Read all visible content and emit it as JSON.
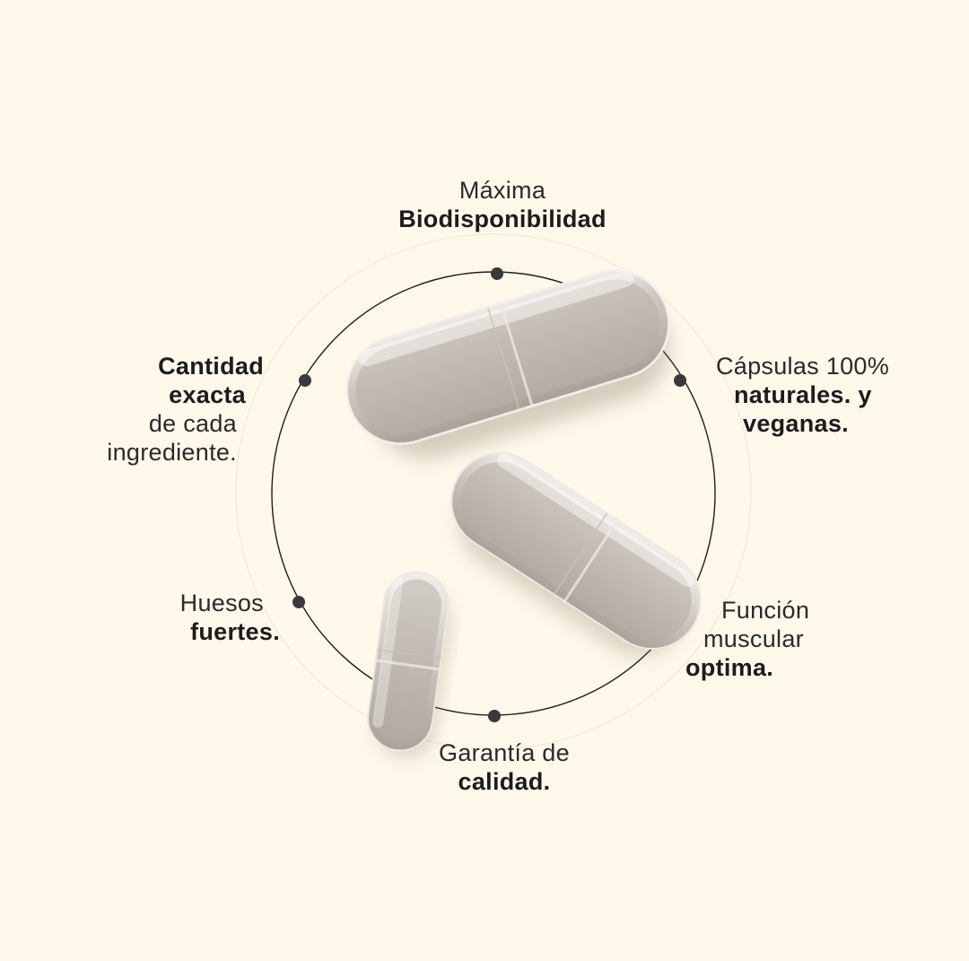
{
  "colors": {
    "background": "#fdf8ea",
    "ring": "#1e1e1e",
    "dot": "#3a3a3a",
    "text": "#1e1e1e",
    "capsule_shell": "#d9d4cc",
    "capsule_powder": "#b9b2a8"
  },
  "labels": {
    "top": {
      "line1": "Máxima",
      "line2": "Biodisponibilidad"
    },
    "upper_left": {
      "line1": "Cantidad",
      "line2": "exacta",
      "line3": "de cada",
      "line4": "ingrediente."
    },
    "upper_right": {
      "line1": "Cápsulas 100%",
      "line2": "naturales. y",
      "line3": "veganas."
    },
    "lower_left": {
      "line1": "Huesos",
      "line2": "fuertes."
    },
    "lower_right": {
      "line1": "Función",
      "line2": "muscular",
      "line3": "optima."
    },
    "bottom": {
      "line1": "Garantía de",
      "line2": "calidad."
    }
  }
}
